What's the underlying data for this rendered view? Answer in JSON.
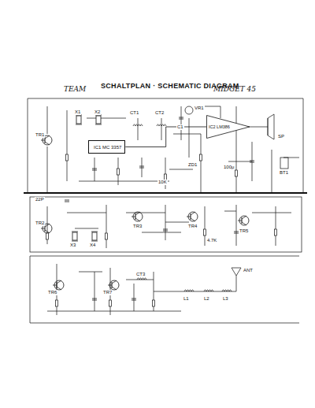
{
  "diagram": {
    "title": "SCHALTPLAN · SCHEMATIC DIAGRAM",
    "nodes": [
      {
        "text": [
          "IC1 MC 3357"
        ]
      },
      {
        "text": [
          "IC2 LM386"
        ]
      }
    ],
    "edges": [
      {
        "from": 0,
        "to": 1,
        "arrow": "none"
      }
    ],
    "labels": [
      "TEAM",
      "MIDGET 45",
      "X1",
      "X2",
      "CT1",
      "CT2",
      "VR1",
      "C1",
      "ZD1",
      "10K",
      "100μ",
      "SP",
      "BT1",
      "TR1",
      "22P",
      "X3",
      "X4",
      "TR2",
      "TR3",
      "TR4",
      "4.7K",
      "TR5",
      "TR6",
      "TR7",
      "CT3",
      "L1",
      "L2",
      "L3",
      "ANT"
    ]
  }
}
